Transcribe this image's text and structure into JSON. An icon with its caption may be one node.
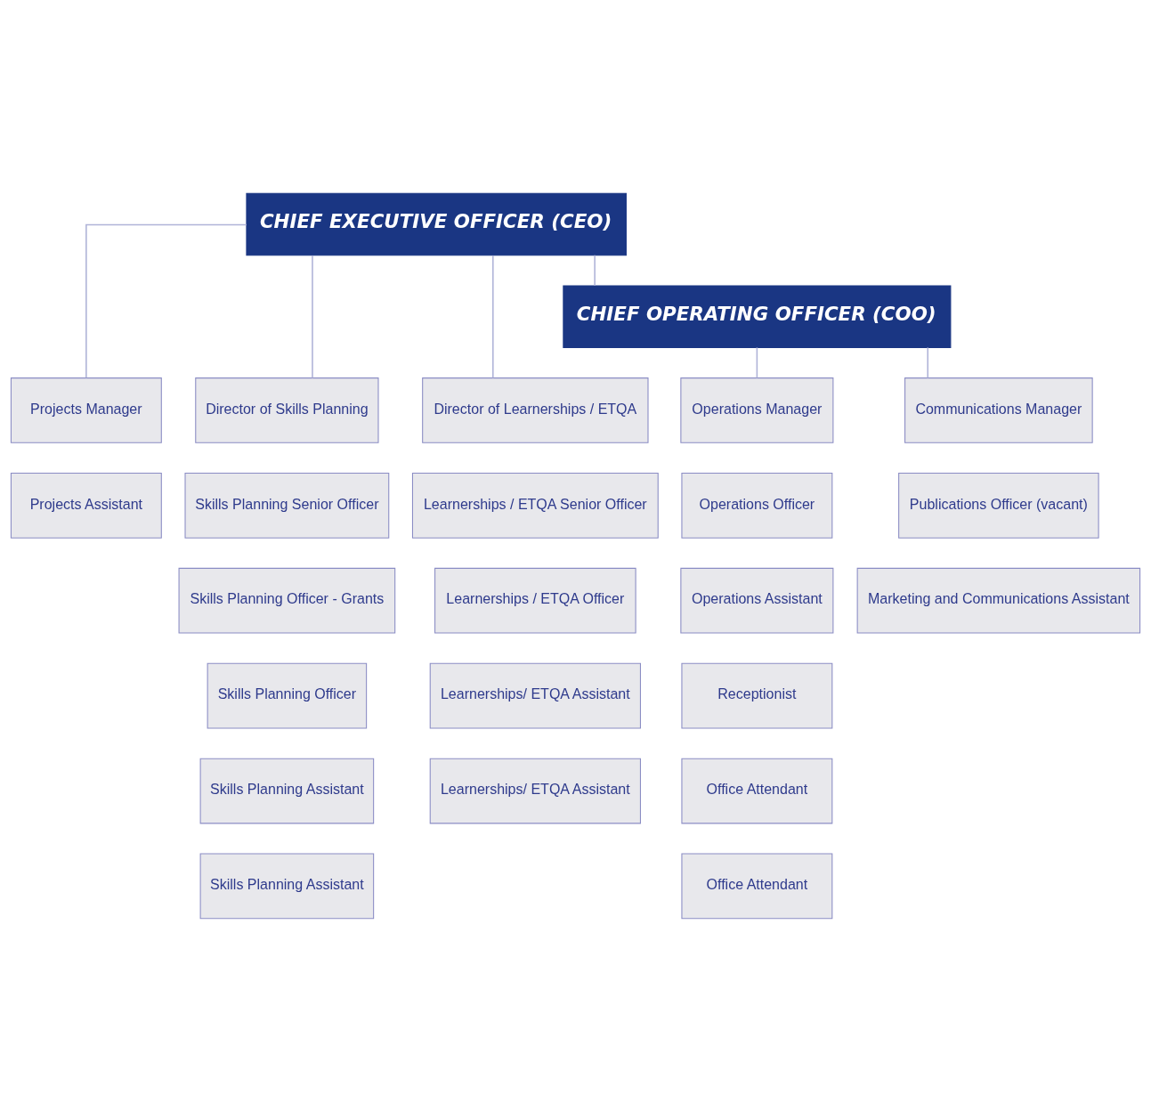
{
  "diagram": {
    "nodes": [
      {
        "text": [
          "CHIEF EXECUTIVE OFFICER (CEO)"
        ]
      },
      {
        "text": [
          "CHIEF OPERATING OFFICER (COO)"
        ]
      },
      {
        "text": [
          "Projects Manager"
        ]
      },
      {
        "text": [
          "Director of Skills Planning"
        ]
      },
      {
        "text": [
          "Director of Learnerships / ETQA"
        ]
      },
      {
        "text": [
          "Operations Manager"
        ]
      },
      {
        "text": [
          "Communications Manager"
        ]
      },
      {
        "text": [
          "Projects Assistant"
        ]
      },
      {
        "text": [
          "Skills Planning Senior Officer"
        ]
      },
      {
        "text": [
          "Learnerships / ETQA Senior Officer"
        ]
      },
      {
        "text": [
          "Operations Officer"
        ]
      },
      {
        "text": [
          "Publications Officer (vacant)"
        ]
      },
      {
        "text": [
          "Skills Planning Officer - Grants"
        ]
      },
      {
        "text": [
          "Learnerships / ETQA Officer"
        ]
      },
      {
        "text": [
          "Operations Assistant"
        ]
      },
      {
        "text": [
          "Marketing and Communications Assistant"
        ]
      },
      {
        "text": [
          "Skills Planning Officer"
        ]
      },
      {
        "text": [
          "Learnerships/ ETQA Assistant"
        ]
      },
      {
        "text": [
          "Receptionist"
        ]
      },
      {
        "text": [
          "Skills Planning Assistant"
        ]
      },
      {
        "text": [
          "Learnerships/ ETQA Assistant"
        ]
      },
      {
        "text": [
          "Office Attendant"
        ]
      },
      {
        "text": [
          "Skills Planning Assistant"
        ]
      },
      {
        "text": [
          "Office Attendant"
        ]
      }
    ],
    "edges": [
      {
        "from": 0,
        "to": 1,
        "arrow": "none"
      },
      {
        "from": 0,
        "to": 2,
        "arrow": "none"
      },
      {
        "from": 0,
        "to": 3,
        "arrow": "none"
      },
      {
        "from": 0,
        "to": 4,
        "arrow": "none"
      },
      {
        "from": 1,
        "to": 5,
        "arrow": "none"
      },
      {
        "from": 1,
        "to": 6,
        "arrow": "none"
      }
    ]
  }
}
